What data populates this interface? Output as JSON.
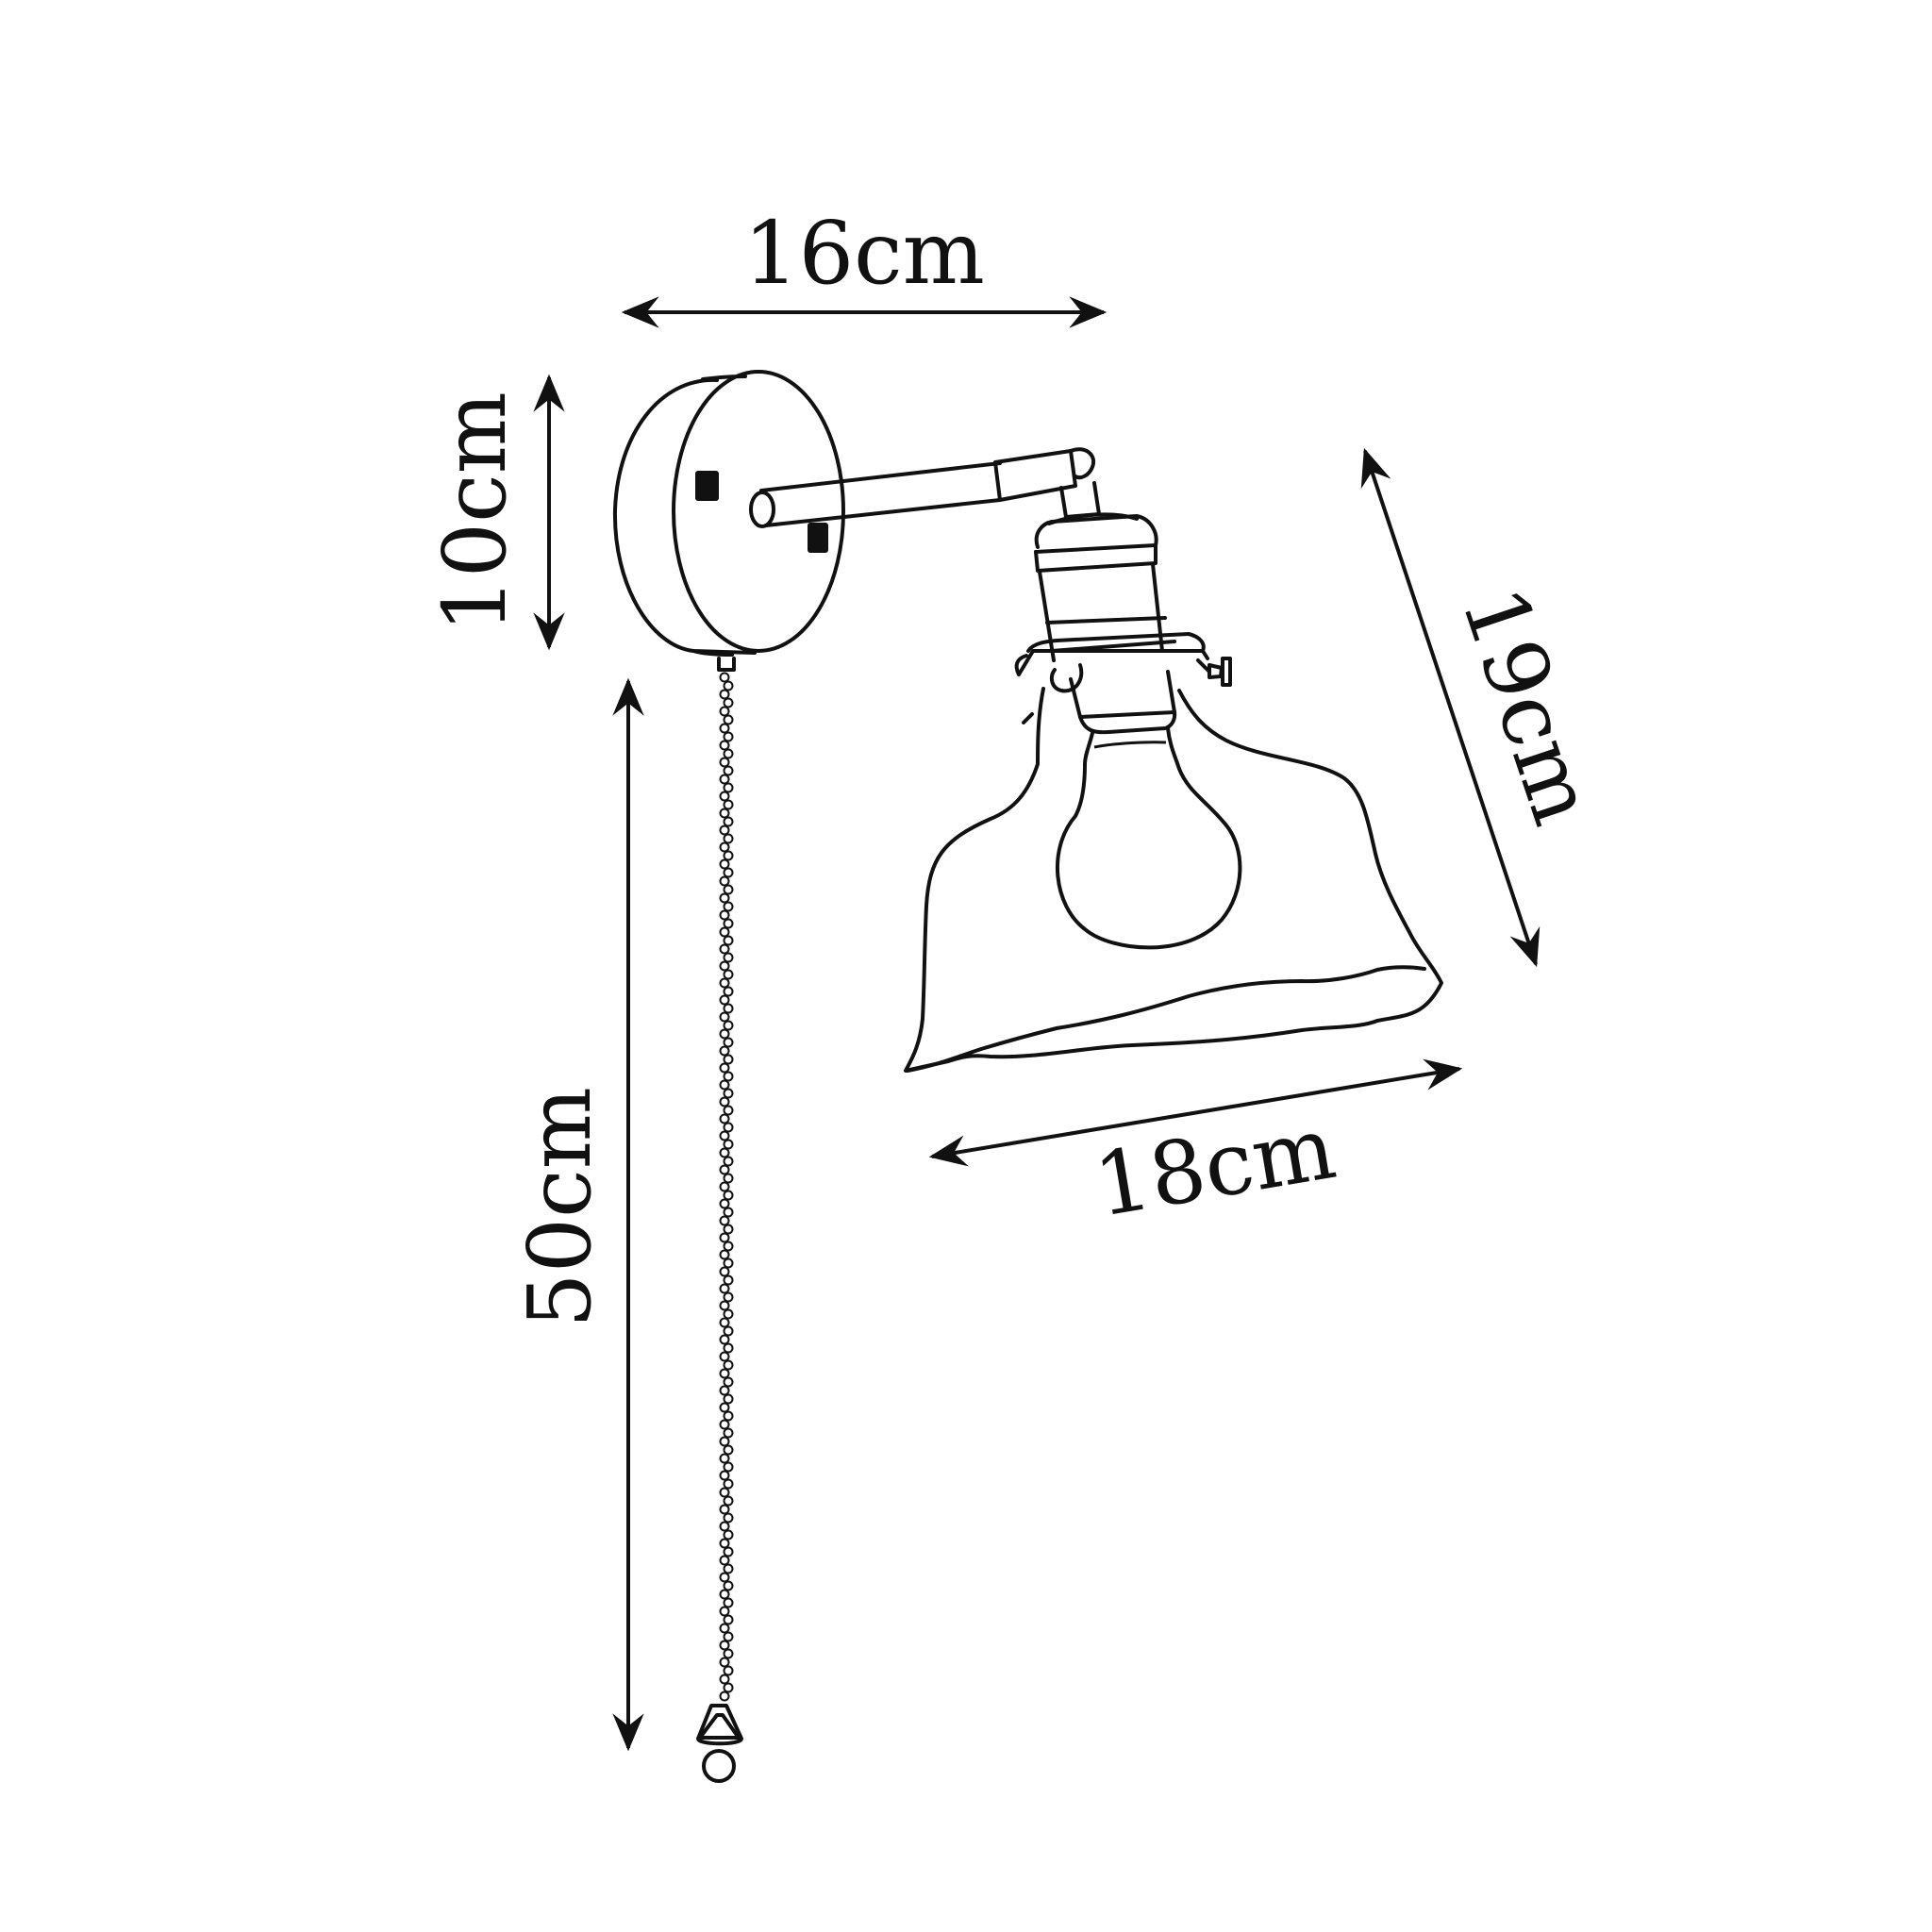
{
  "diagram": {
    "dimensions": {
      "width_top": "16cm",
      "backplate_height": "10cm",
      "chain_length": "50cm",
      "shade_height": "19cm",
      "shade_width": "18cm"
    },
    "colors": {
      "ink": "#111111",
      "background": "#ffffff"
    }
  }
}
